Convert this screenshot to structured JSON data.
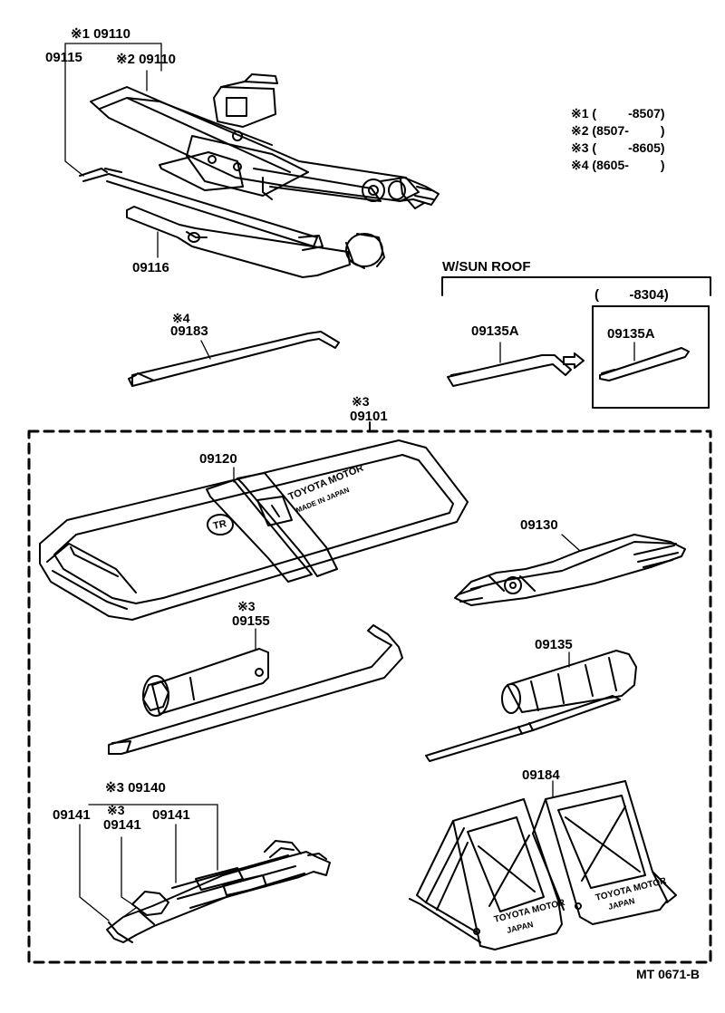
{
  "labels": {
    "jack_note": "※1 09110",
    "handle_bar": "09115",
    "jack_alt": "※2 09110",
    "wrench_handle": "09116",
    "tire_lever_mark": "※4",
    "tire_lever": "09183",
    "sunroof_group": "W/SUN ROOF",
    "sunroof_range": "(        -8304)",
    "sunroof_tool": "09135A",
    "sunroof_tool_alt": "09135A",
    "kit_mark": "※3",
    "kit": "09101",
    "tool_bag": "09120",
    "pliers": "09130",
    "plug_wrench_mark": "※3",
    "plug_wrench": "09155",
    "screwdriver": "09135",
    "wrench_set": "※3 09140",
    "wrench_a": "09141",
    "wrench_b_mark": "※3",
    "wrench_b": "09141",
    "wrench_c": "09141",
    "chocks": "09184",
    "ref_code": "MT 0671-B"
  },
  "notes": [
    {
      "mark": "※1",
      "range": "(         -8507)"
    },
    {
      "mark": "※2",
      "range": "(8507-         )"
    },
    {
      "mark": "※3",
      "range": "(         -8605)"
    },
    {
      "mark": "※4",
      "range": "(8605-         )"
    }
  ],
  "imprints": {
    "bag_text1": "TOYOTA MOTOR",
    "bag_text2": "MADE IN JAPAN",
    "chock_text1": "TOYOTA MOTOR",
    "chock_text2": "JAPAN"
  }
}
